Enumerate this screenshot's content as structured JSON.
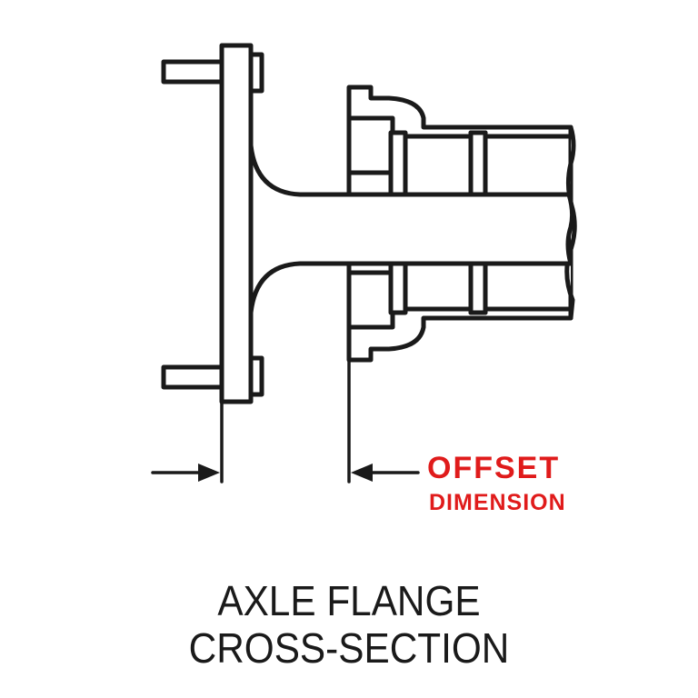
{
  "labels": {
    "offset_word": "OFFSET",
    "dimension_word": "DIMENSION",
    "accent_color": "#e01b1b"
  },
  "title": {
    "line1": "AXLE FLANGE",
    "line2": "CROSS-SECTION",
    "color": "#1a1a1a"
  }
}
